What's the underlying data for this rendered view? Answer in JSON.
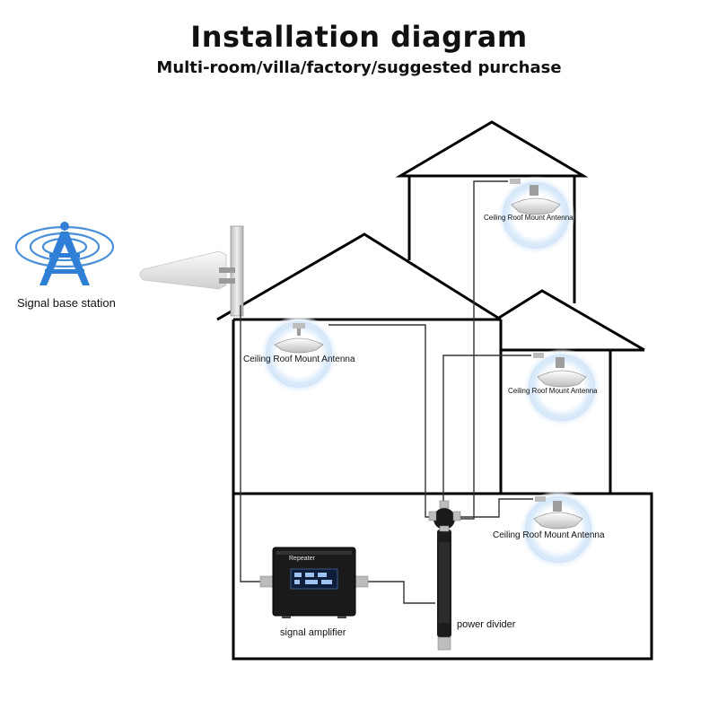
{
  "header": {
    "title": "Installation diagram",
    "subtitle": "Multi-room/villa/factory/suggested purchase"
  },
  "labels": {
    "base_station": "Signal base station",
    "antenna_living": "Ceiling Roof Mount Antenna",
    "antenna_top": "Ceiling Roof Mount Antenna",
    "antenna_right": "Ceiling Roof Mount Antenna",
    "antenna_basement": "Ceiling Roof Mount Antenna",
    "amplifier": "signal amplifier",
    "divider": "power divider",
    "repeater_brand": "Repeater"
  },
  "colors": {
    "tower": "#2f7fd6",
    "waves": "#4a90d9",
    "glow": "#cfe3f7",
    "house_line": "#000000",
    "cable": "#333333"
  }
}
